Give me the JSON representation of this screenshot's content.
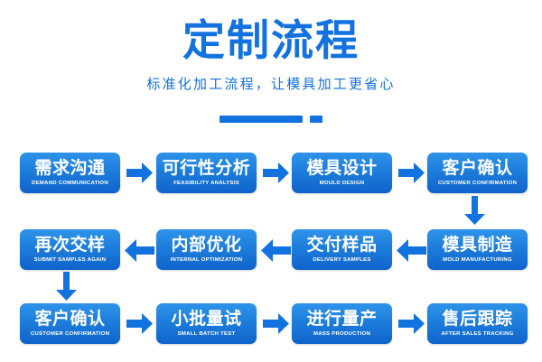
{
  "header": {
    "title": "定制流程",
    "subtitle": "标准化加工流程，让模具加工更省心",
    "accent_color": "#1272e0"
  },
  "flow": {
    "box_gradient_top": "#2e93ea",
    "box_gradient_bottom": "#0f63cb",
    "arrow_color": "#1272e0",
    "rows": [
      {
        "direction": "right",
        "steps": [
          {
            "cn": "需求沟通",
            "en": "DEMAND COMMUNICATION"
          },
          {
            "cn": "可行性分析",
            "en": "FEASIBILITY ANALYSIS"
          },
          {
            "cn": "模具设计",
            "en": "MOULD DESIGN"
          },
          {
            "cn": "客户确认",
            "en": "CUSTOMER CONFIRMATION"
          }
        ]
      },
      {
        "direction": "left",
        "steps": [
          {
            "cn": "再次交样",
            "en": "SUBMIT SAMPLES AGAIN"
          },
          {
            "cn": "内部优化",
            "en": "INTERNAL OPTIMIZATION"
          },
          {
            "cn": "交付样品",
            "en": "DELIVERY SAMPLES"
          },
          {
            "cn": "模具制造",
            "en": "MOLD MANUFACTURING"
          }
        ]
      },
      {
        "direction": "right",
        "steps": [
          {
            "cn": "客户确认",
            "en": "CUSTOMER CONFIRMATION"
          },
          {
            "cn": "小批量试",
            "en": "SMALL BATCH TEST"
          },
          {
            "cn": "进行量产",
            "en": "MASS PRODUCTION"
          },
          {
            "cn": "售后跟踪",
            "en": "AFTER SALES TRACKING"
          }
        ]
      }
    ],
    "connectors": [
      {
        "name": "arrow-row1-to-row2",
        "direction": "down"
      },
      {
        "name": "arrow-row2-to-row3",
        "direction": "down"
      }
    ]
  }
}
